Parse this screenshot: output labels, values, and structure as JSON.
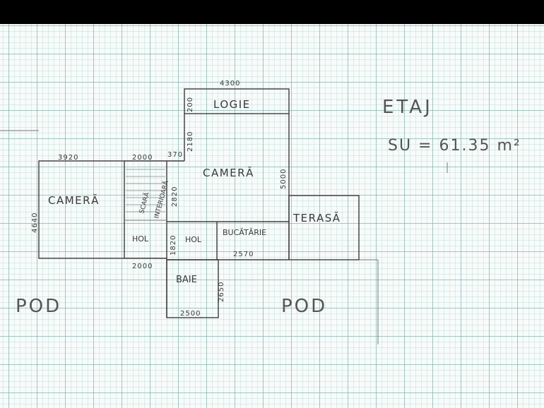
{
  "title": "ETAJ",
  "area_label": "SU = 61.35 m²",
  "rooms": {
    "logie": "LOGIE",
    "camera_left": "CAMERĂ",
    "camera_center": "CAMERĂ",
    "scara_1": "SCARĂ",
    "scara_2": "INTERIOARĂ",
    "hol_left": "HOL",
    "hol_center": "HOL",
    "bucatarie": "BUCĂTĂRIE",
    "baie": "BAIE",
    "terasa": "TERASĂ",
    "pod_left": "POD",
    "pod_right": "POD"
  },
  "dimensions": {
    "logie_width": "4300",
    "logie_depth": "200",
    "camera_left_width": "3920",
    "camera_left_depth": "4640",
    "stair_width": "2000",
    "wall_gap": "370",
    "center_upper": "2180",
    "center_lower": "2820",
    "center_right": "5000",
    "hol_depth": "1820",
    "bucatarie_width": "2570",
    "hol_left_width": "2000",
    "baie_depth": "2650",
    "baie_width": "2500"
  }
}
